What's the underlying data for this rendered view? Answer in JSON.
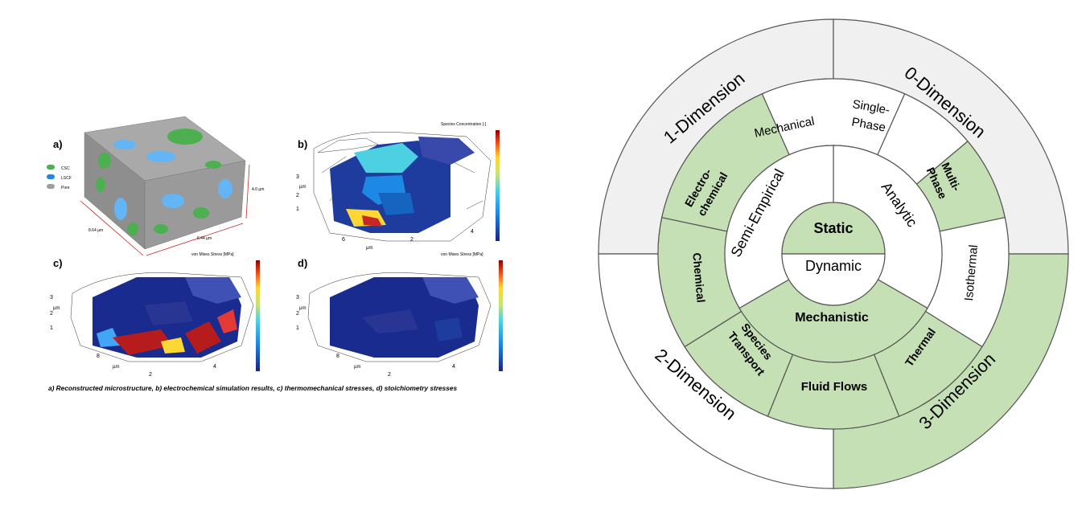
{
  "left_figure": {
    "panels": [
      {
        "label": "a)"
      },
      {
        "label": "b)"
      },
      {
        "label": "c)"
      },
      {
        "label": "d)"
      }
    ],
    "legend_a": [
      "CSC",
      "LSCF",
      "Pore"
    ],
    "dims_a": [
      "8.64 µm",
      "6.44 µm",
      "4.0 µm"
    ],
    "axis_unit": "µm",
    "colorbar_titles": {
      "b": "Species Concentration [-]",
      "c": "von Mises Stress [MPa]",
      "d": "von Mises Stress [MPa]"
    },
    "caption": "a) Reconstructed microstructure, b) electrochemical simulation results, c) thermomechanical stresses, d) stoichiometry stresses"
  },
  "wheel": {
    "center_top": "Static",
    "center_bottom": "Dynamic",
    "middle": {
      "top_right": "Analytic",
      "top_left": "Semi-Empirical",
      "bottom": "Mechanistic"
    },
    "inner_ring": {
      "mechanical": "Mechanical",
      "single_phase_1": "Single-",
      "single_phase_2": "Phase",
      "multi_phase_1": "Multi-",
      "multi_phase_2": "Phase",
      "isothermal": "Isothermal",
      "thermal": "Thermal",
      "fluid_flows": "Fluid Flows",
      "species_1": "Species",
      "species_2": "Transport",
      "chemical": "Chemical",
      "electro_1": "Electro-",
      "electro_2": "chemical"
    },
    "outer_ring": {
      "d1": "1-Dimension",
      "d0": "0-Dimension",
      "d2": "2-Dimension",
      "d3": "3-Dimension"
    },
    "colors": {
      "green": "#c5e0b4",
      "grey": "#f0f0f0",
      "white": "#ffffff",
      "line": "#555555"
    }
  }
}
